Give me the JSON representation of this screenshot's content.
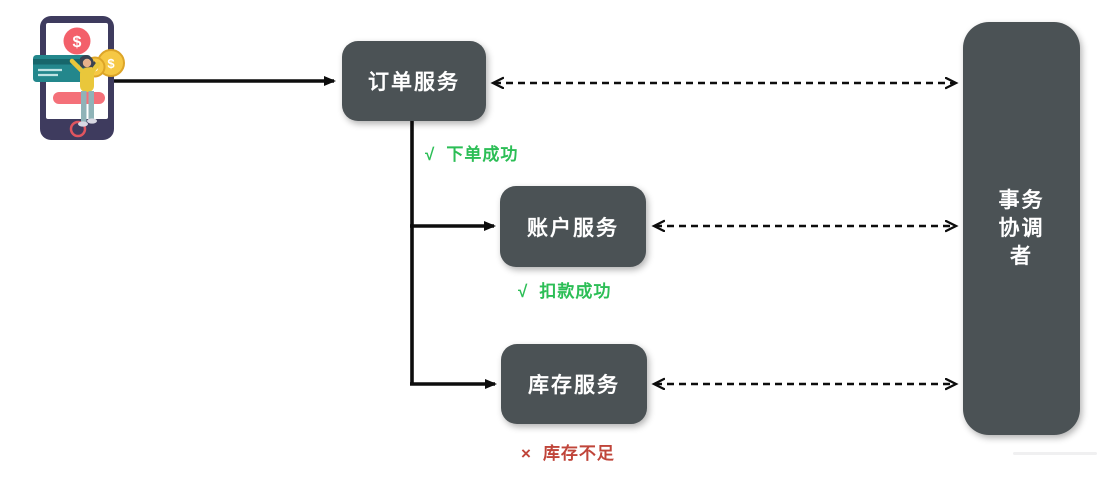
{
  "nodes": {
    "order": {
      "label": "订单服务"
    },
    "account": {
      "label": "账户服务"
    },
    "inventory": {
      "label": "库存服务"
    },
    "coordinator": {
      "label": "事务协调者"
    }
  },
  "statuses": {
    "order": {
      "mark": "√",
      "text": "下单成功",
      "state": "success"
    },
    "account": {
      "mark": "√",
      "text": "扣款成功",
      "state": "success"
    },
    "inventory": {
      "mark": "×",
      "text": "库存不足",
      "state": "failure"
    }
  },
  "icons": {
    "illustration": "mobile-payment-illustration",
    "parts": [
      "smartphone-icon",
      "dollar-coin-icon",
      "credit-card-icon",
      "gold-coins-icon",
      "person-figure-icon"
    ]
  },
  "colors": {
    "node_fill": "#4b5255",
    "node_text": "#ffffff",
    "arrow": "#0d0d0d",
    "success": "#2cbe56",
    "failure": "#c0453a",
    "background": "#ffffff",
    "phone_body": "#3e3b5e",
    "coin_red": "#f3606a",
    "card_teal": "#23878c",
    "coin_gold": "#f6c844"
  }
}
